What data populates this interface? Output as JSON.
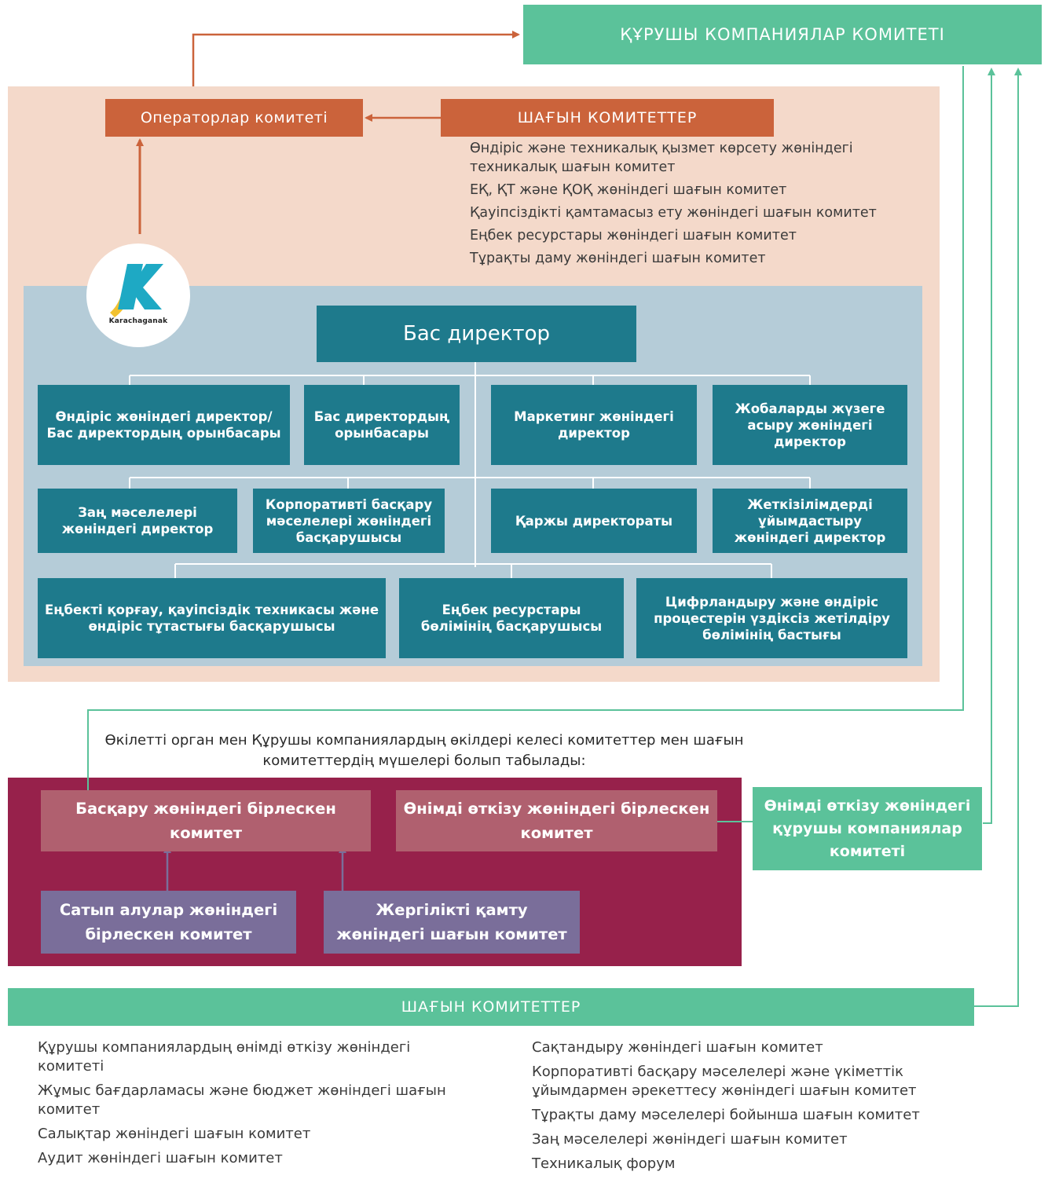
{
  "top_committee": "ҚҰРУШЫ КОМПАНИЯЛАР КОМИТЕТІ",
  "operators_committee": "Операторлар комитеті",
  "subcommittees_orange": "ШАҒЫН КОМИТЕТТЕР",
  "peach_list": [
    "Өндіріс және техникалық қызмет көрсету жөніндегі техникалық шағын комитет",
    "ЕҚ, ҚТ және ҚОҚ жөніндегі шағын комитет",
    "Қауіпсіздікті қамтамасыз ету жөніндегі шағын комитет",
    "Еңбек ресурстары жөніндегі шағын комитет",
    "Тұрақты даму жөніндегі шағын комитет"
  ],
  "logo": {
    "text": "Karachaganak",
    "colors": {
      "teal": "#1ea9c4",
      "yellow": "#f2c230"
    }
  },
  "ceo": "Бас директор",
  "row1": [
    "Өндіріс жөніндегі директор/ Бас директордың орынбасары",
    "Бас директордың орынбасары",
    "Маркетинг жөніндегі директор",
    "Жобаларды жүзеге асыру жөніндегі директор"
  ],
  "row2": [
    "Заң мәселелері жөніндегі директор",
    "Корпоративті басқару мәселелері жөніндегі басқарушысы",
    "Қаржы директораты",
    "Жеткізілімдерді ұйымдастыру жөніндегі директор"
  ],
  "row3": [
    "Еңбекті қорғау, қауіпсіздік техникасы және өндіріс тұтастығы басқарушысы",
    "Еңбек ресурстары бөлімінің басқарушысы",
    "Цифрландыру және өндіріс процестерін үздіксіз жетілдіру бөлімінің бастығы"
  ],
  "note": "Өкілетті орган мен Құрушы компаниялардың өкілдері келесі комитеттер мен шағын комитеттердің мүшелері болып табылады:",
  "joint_mgmt": "Басқару жөніндегі бірлескен комитет",
  "joint_product": "Өнімді өткізу жөніндегі бірлескен комитет",
  "joint_procure": "Сатып алулар жөніндегі бірлескен комитет",
  "local_content": "Жергілікті қамту жөніндегі шағын комитет",
  "product_founders": "Өнімді өткізу жөніндегі құрушы компаниялар комитеті",
  "subcommittees_bar": "ШАҒЫН КОМИТЕТТЕР",
  "bottom_left": [
    "Құрушы компаниялардың өнімді өткізу жөніндегі комитеті",
    "Жұмыс бағдарламасы және бюджет жөніндегі шағын комитет",
    "Салықтар жөніндегі шағын комитет",
    "Аудит жөніндегі шағын комитет"
  ],
  "bottom_right": [
    "Сақтандыру жөніндегі шағын комитет",
    "Корпоративті басқару мәселелері және үкіметтік ұйымдармен әрекеттесу жөніндегі шағын комитет",
    "Тұрақты даму мәселелері бойынша шағын комитет",
    "Заң мәселелері жөніндегі шағын комитет",
    "Техникалық форум"
  ],
  "colors": {
    "green": "#5bc29a",
    "orange": "#cb633b",
    "peach": "#f4d9ca",
    "teal": "#1e7a8c",
    "blue_gray": "#b5ccd8",
    "maroon": "#97214b",
    "pink": "#b0606f",
    "purple": "#7a6e9a"
  }
}
